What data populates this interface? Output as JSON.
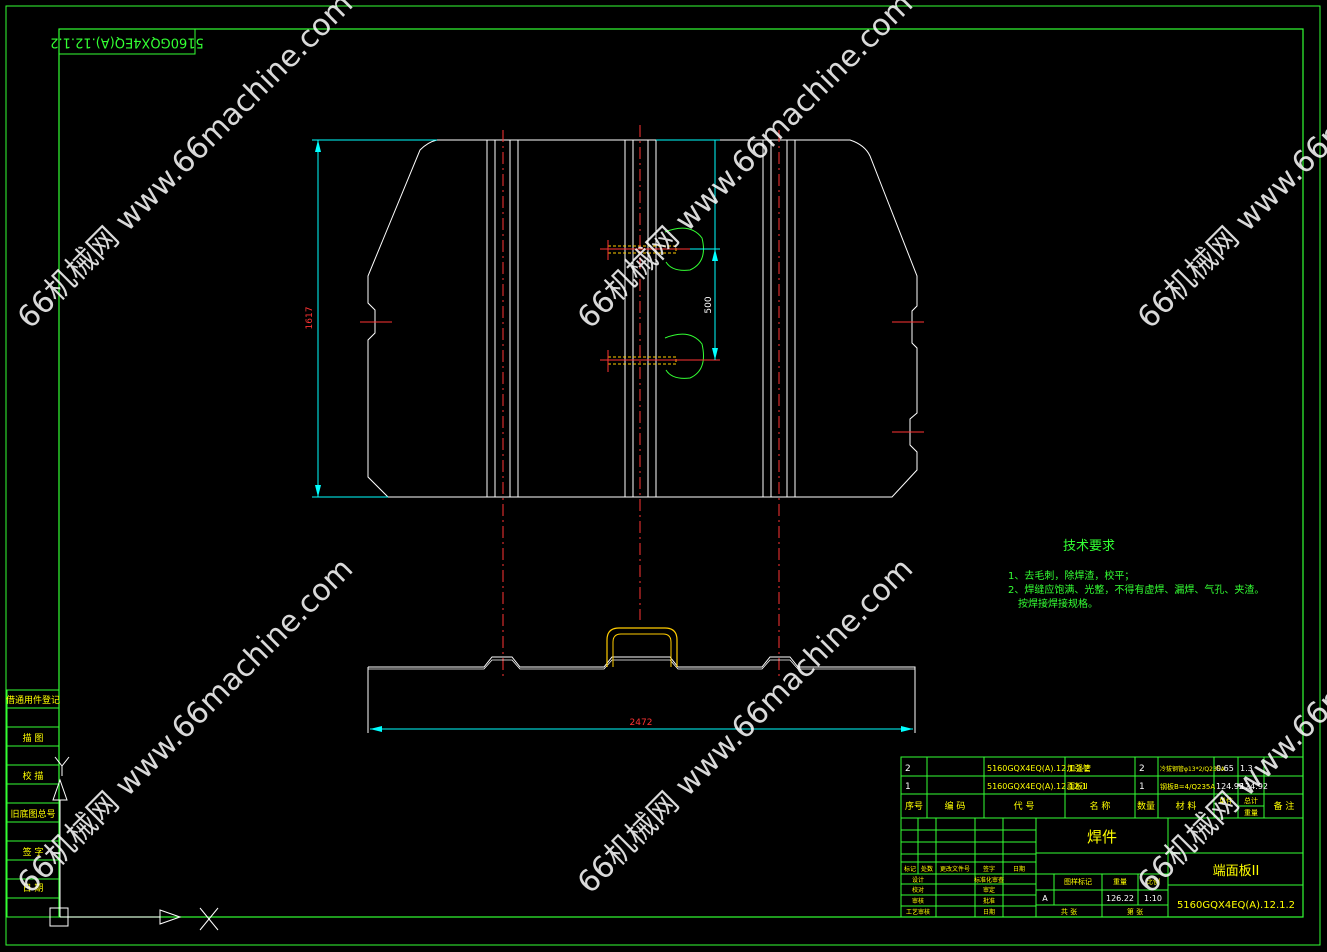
{
  "drawing_number": "5160GQX4EQ(A).12.1.2",
  "drawing_number_rotated": "5160GQX4EQ(A).12.1.2",
  "watermark_text": "66机械网 www.66machine.com",
  "dimensions": {
    "height": "1617",
    "spacing": "500",
    "width": "2472"
  },
  "tech_requirements": {
    "title": "技术要求",
    "line1": "1、去毛刺，除焊渣，校平；",
    "line2": "2、焊缝应饱满、光整，不得有虚焊、漏焊、气孔、夹渣。",
    "line3": "按焊接焊接规格。"
  },
  "left_stamp": {
    "row1": "借通用件登记",
    "row2": "描 图",
    "row3": "校 描",
    "row4": "旧底图总号",
    "row5": "签 字",
    "row6": "日 期"
  },
  "bom": {
    "rows": [
      {
        "no": "2",
        "code": "5160GQX4EQ(A).12.1.2-2",
        "name": "加强管",
        "qty": "2",
        "material": "冷拔钢管φ13*2/Q235A",
        "unit_weight": "0.65",
        "total_weight": "1.3"
      },
      {
        "no": "1",
        "code": "5160GQX4EQ(A).12.12-1",
        "name": "面板II",
        "qty": "1",
        "material": "钢板B=4/Q235A",
        "unit_weight": "124.92",
        "total_weight": "124.92"
      }
    ],
    "header": {
      "no": "序号",
      "code": "编 码",
      "drawing": "代 号",
      "name": "名 称",
      "qty": "数量",
      "material": "材 料",
      "weight": "单件",
      "total": "总计",
      "weight_label": "重量",
      "remark": "备 注"
    }
  },
  "title_block": {
    "part_type": "焊件",
    "part_name": "端面板II",
    "drawing_number": "5160GQX4EQ(A).12.1.2",
    "stage_mark": "A",
    "weight": "126.22",
    "scale": "1:10",
    "rev_labels": [
      "标记",
      "处数",
      "更改文件号",
      "签字",
      "日期"
    ],
    "left_labels": [
      "设计",
      "校对",
      "审核",
      "工艺审核"
    ],
    "mid_labels": [
      "标准化审查",
      "审定",
      "批准",
      "日期"
    ],
    "stage_header": [
      "图样标记",
      "重量",
      "比例"
    ],
    "sheet_total": "共 张",
    "sheet_no": "第 张"
  }
}
